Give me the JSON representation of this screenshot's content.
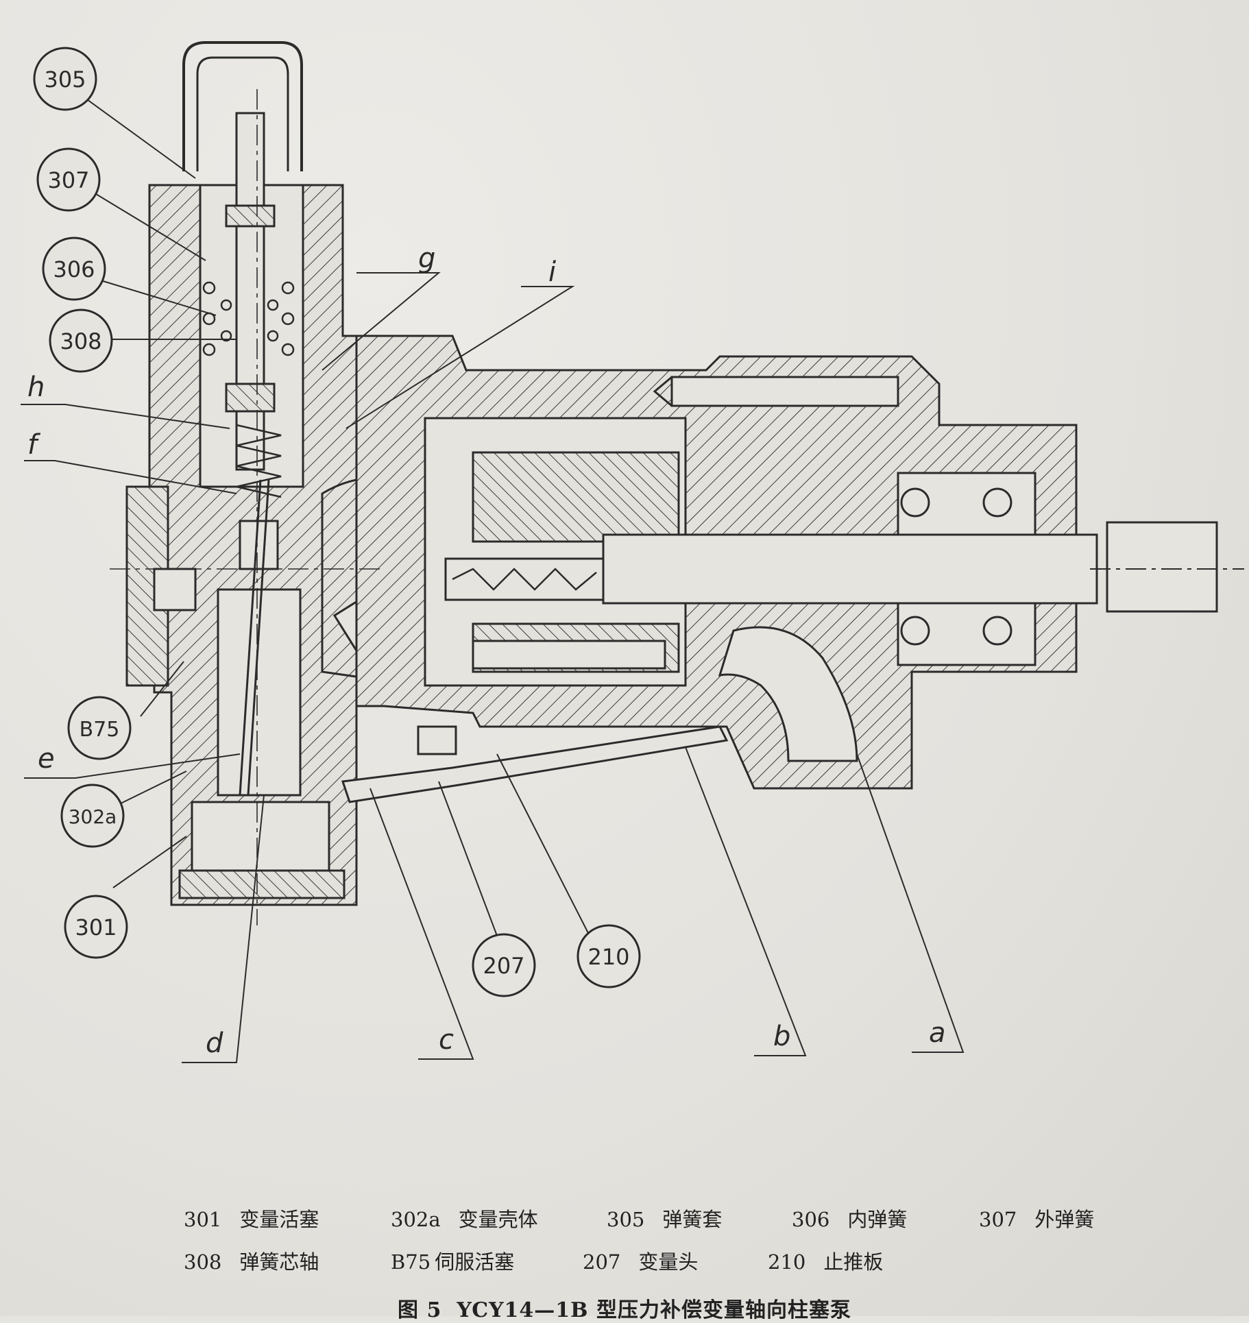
{
  "callouts": {
    "c305": "305",
    "c307": "307",
    "c306": "306",
    "c308": "308",
    "cB75": "B75",
    "c302": "302a",
    "c301": "301",
    "c207": "207",
    "c210": "210"
  },
  "letters": {
    "h": "h",
    "f": "f",
    "g": "g",
    "i": "i",
    "e": "e",
    "d": "d",
    "c": "c",
    "b": "b",
    "a": "a"
  },
  "legend": {
    "row1": [
      {
        "num": "301",
        "text": "变量活塞"
      },
      {
        "num": "302a",
        "text": "变量壳体"
      },
      {
        "num": "305",
        "text": "弹簧套"
      },
      {
        "num": "306",
        "text": "内弹簧"
      },
      {
        "num": "307",
        "text": "外弹簧"
      }
    ],
    "row2": [
      {
        "num": "308",
        "text": "弹簧芯轴"
      },
      {
        "num": "B75",
        "text": "伺服活塞"
      },
      {
        "num": "207",
        "text": "变量头"
      },
      {
        "num": "210",
        "text": "止推板"
      }
    ]
  },
  "caption": {
    "figure": "图 5",
    "title": "YCY14—1B 型压力补偿变量轴向柱塞泵"
  },
  "colors": {
    "ink": "#2b2b2b",
    "paper": "#e6e4df"
  }
}
